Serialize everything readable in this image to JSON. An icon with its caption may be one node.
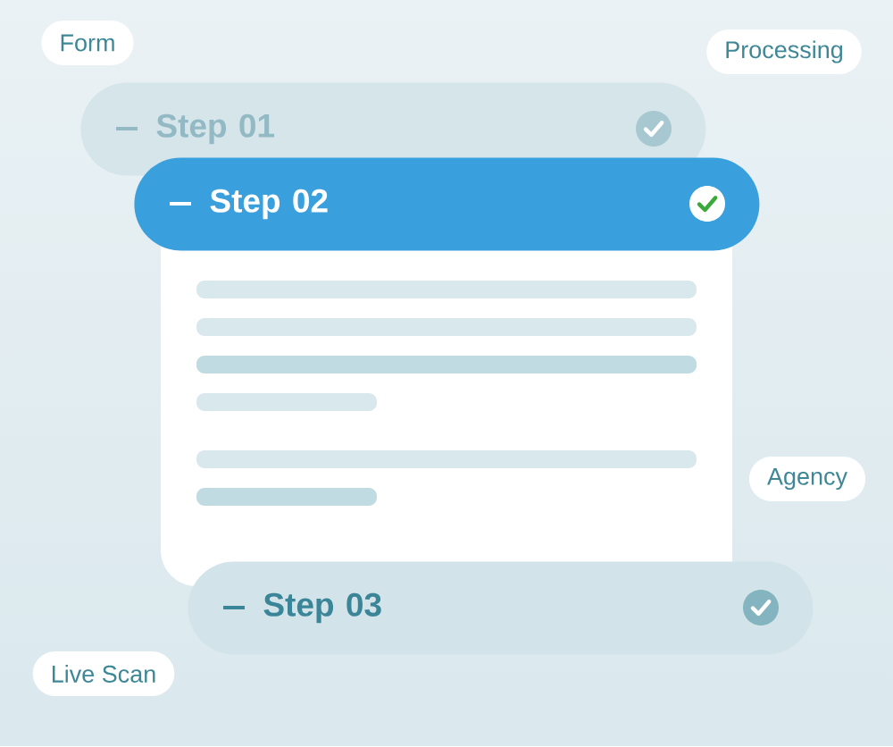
{
  "diagram": {
    "nodes": [
      {
        "text": [
          "Form"
        ]
      },
      {
        "text": [
          "Processing"
        ]
      },
      {
        "text": [
          "Step 01"
        ]
      },
      {
        "text": [
          "Step 02"
        ]
      },
      {
        "text": [
          "Agency"
        ]
      },
      {
        "text": [
          "Step 03"
        ]
      },
      {
        "text": [
          "Live Scan"
        ]
      }
    ]
  }
}
